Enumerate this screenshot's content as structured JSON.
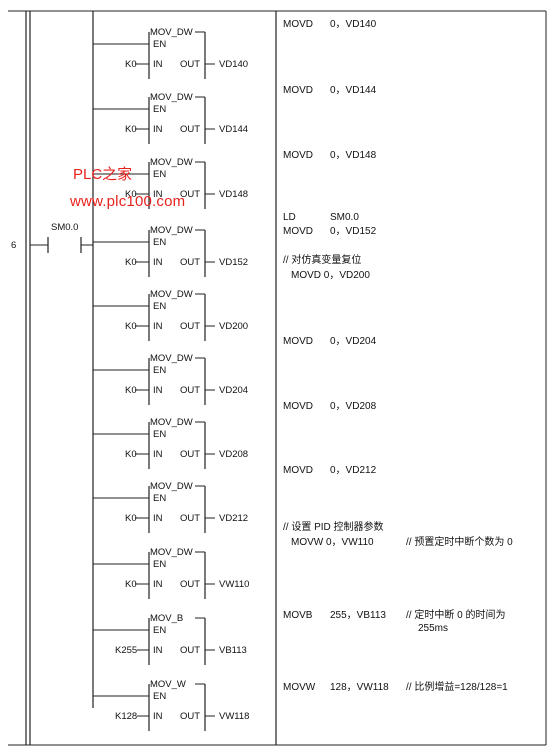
{
  "network_number": "6",
  "contact_label": "SM0.0",
  "watermark": {
    "line1": "PLC之家",
    "line2": "www.plc100.com"
  },
  "blocks": [
    {
      "title": "MOV_DW",
      "en": "EN",
      "in": "IN",
      "out": "OUT",
      "in_operand": "K0",
      "out_operand": "VD140"
    },
    {
      "title": "MOV_DW",
      "en": "EN",
      "in": "IN",
      "out": "OUT",
      "in_operand": "K0",
      "out_operand": "VD144"
    },
    {
      "title": "MOV_DW",
      "en": "EN",
      "in": "IN",
      "out": "OUT",
      "in_operand": "K0",
      "out_operand": "VD148"
    },
    {
      "title": "MOV_DW",
      "en": "EN",
      "in": "IN",
      "out": "OUT",
      "in_operand": "K0",
      "out_operand": "VD152"
    },
    {
      "title": "MOV_DW",
      "en": "EN",
      "in": "IN",
      "out": "OUT",
      "in_operand": "K0",
      "out_operand": "VD200"
    },
    {
      "title": "MOV_DW",
      "en": "EN",
      "in": "IN",
      "out": "OUT",
      "in_operand": "K0",
      "out_operand": "VD204"
    },
    {
      "title": "MOV_DW",
      "en": "EN",
      "in": "IN",
      "out": "OUT",
      "in_operand": "K0",
      "out_operand": "VD208"
    },
    {
      "title": "MOV_DW",
      "en": "EN",
      "in": "IN",
      "out": "OUT",
      "in_operand": "K0",
      "out_operand": "VD212"
    },
    {
      "title": "MOV_DW",
      "en": "EN",
      "in": "IN",
      "out": "OUT",
      "in_operand": "K0",
      "out_operand": "VW110"
    },
    {
      "title": "MOV_B",
      "en": "EN",
      "in": "IN",
      "out": "OUT",
      "in_operand": "K255",
      "out_operand": "VB113"
    },
    {
      "title": "MOV_W",
      "en": "EN",
      "in": "IN",
      "out": "OUT",
      "in_operand": "K128",
      "out_operand": "VW118"
    }
  ],
  "instruction_list": [
    {
      "segments": [
        "MOVD",
        "0，VD140"
      ]
    },
    {
      "segments": [
        "MOVD",
        "0，VD144"
      ]
    },
    {
      "segments": [
        "MOVD",
        "0，VD148"
      ]
    },
    {
      "segments": [
        "LD",
        "SM0.0"
      ]
    },
    {
      "segments": [
        "MOVD",
        "0，VD152"
      ]
    },
    {
      "segments": [
        "// 对仿真变量复位"
      ]
    },
    {
      "segments": [
        "MOVD  0，VD200"
      ]
    },
    {
      "segments": [
        "MOVD",
        "0，VD204"
      ]
    },
    {
      "segments": [
        "MOVD",
        "0，VD208"
      ]
    },
    {
      "segments": [
        "MOVD",
        "0，VD212"
      ]
    },
    {
      "segments": [
        "// 设置 PID 控制器参数"
      ]
    },
    {
      "segments": [
        "MOVW 0，VW110",
        "// 预置定时中断个数为 0"
      ]
    },
    {
      "segments": [
        "MOVB",
        "255，VB113",
        "// 定时中断 0 的时间为"
      ]
    },
    {
      "segments": [
        "255ms"
      ]
    },
    {
      "segments": [
        "MOVW",
        "128，VW118",
        "// 比例增益=128/128=1"
      ]
    }
  ]
}
